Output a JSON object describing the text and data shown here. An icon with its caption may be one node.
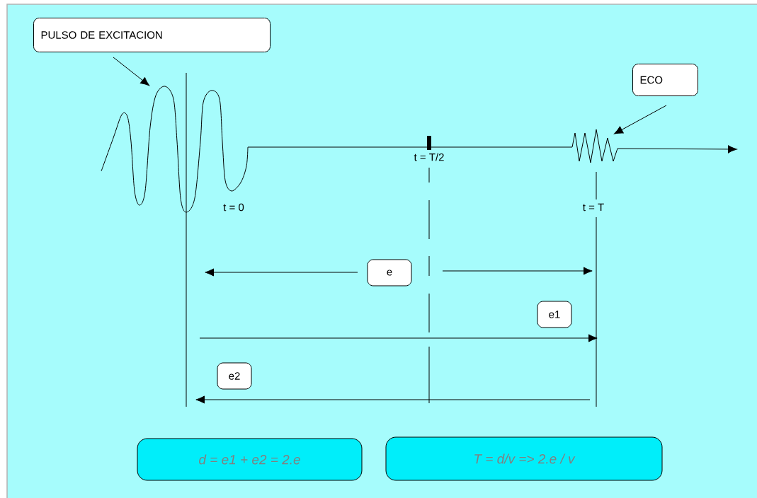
{
  "diagram": {
    "nodes": [
      {
        "text": [
          "PULSO DE EXCITACION"
        ]
      },
      {
        "text": [
          "ECO"
        ]
      },
      {
        "text": [
          "e"
        ]
      },
      {
        "text": [
          "e1"
        ]
      },
      {
        "text": [
          "e2"
        ]
      },
      {
        "text": [
          "d = e1 + e2 = 2.e"
        ]
      },
      {
        "text": [
          "T = d/v => 2.e / v"
        ]
      }
    ],
    "edges": [
      {
        "from": 0,
        "to": null,
        "arrow": "to"
      },
      {
        "from": 1,
        "to": null,
        "arrow": "to"
      }
    ],
    "labels": [
      "t = 0",
      "t = T/2",
      "t = T"
    ]
  }
}
